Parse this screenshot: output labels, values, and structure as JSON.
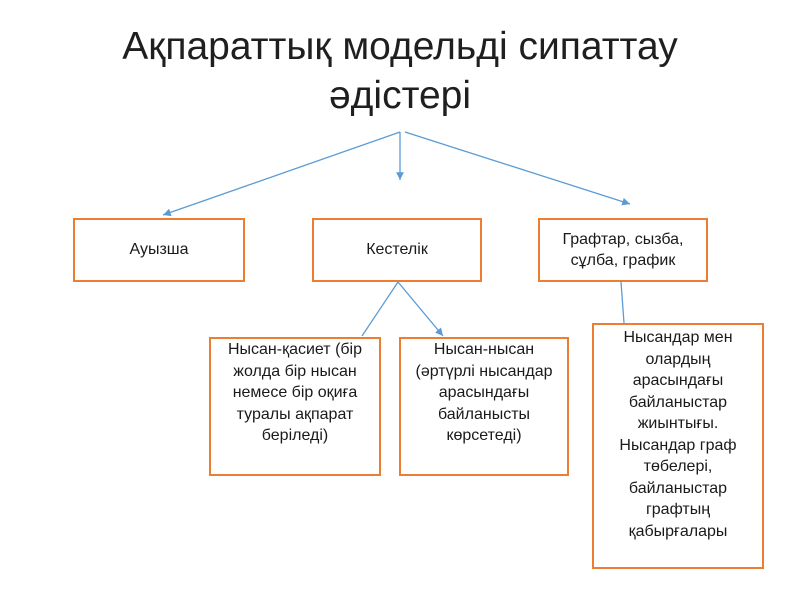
{
  "title": {
    "line1": "Ақпараттық модельді сипаттау",
    "line2": "әдістері"
  },
  "colors": {
    "box_border": "#ed7d31",
    "connector": "#5b9bd5"
  },
  "nodes": {
    "oral": "Ауызша",
    "table": "Кестелік",
    "graphs": "Графтар, сызба, сұлба, график",
    "object_property": "Нысан-қасиет (бір жолда бір нысан немесе бір оқиға туралы ақпарат беріледі)",
    "object_object": "Нысан-нысан (әртүрлі нысандар арасындағы байланысты көрсетеді)",
    "graph_definition": "Нысандар мен олардың арасындағы байланыстар жиынтығы. Нысандар граф төбелері, байланыстар графтың қабырғалары"
  }
}
